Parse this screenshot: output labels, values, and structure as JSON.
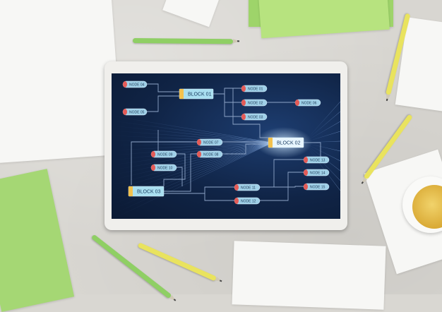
{
  "diagram": {
    "blocks": [
      {
        "id": "b1",
        "label": "BLOCK 01"
      },
      {
        "id": "b2",
        "label": "BLOCK 02"
      },
      {
        "id": "b3",
        "label": "BLOCK 03"
      }
    ],
    "nodes": [
      {
        "id": "n4",
        "label": "NODE 04"
      },
      {
        "id": "n5",
        "label": "NODE 05"
      },
      {
        "id": "n1",
        "label": "NODE 01"
      },
      {
        "id": "n2",
        "label": "NODE 02"
      },
      {
        "id": "n3",
        "label": "NODE 03"
      },
      {
        "id": "n6",
        "label": "NODE 06"
      },
      {
        "id": "n7",
        "label": "NODE 07"
      },
      {
        "id": "n8",
        "label": "NODE 08"
      },
      {
        "id": "n9",
        "label": "NODE 09"
      },
      {
        "id": "n10",
        "label": "NODE 10"
      },
      {
        "id": "n13",
        "label": "NODE 13"
      },
      {
        "id": "n14",
        "label": "NODE 14"
      },
      {
        "id": "n15",
        "label": "NODE 15"
      },
      {
        "id": "n11",
        "label": "NODE 11"
      },
      {
        "id": "n12",
        "label": "NODE 12"
      }
    ]
  },
  "colors": {
    "line": "#8fa6c8",
    "node_fill": "#9fd0e8",
    "node_cap": "#e45b57",
    "block_fill": "#a9dff0",
    "block_cap": "#f2c14e",
    "block2_glow": "#e8f6ff"
  }
}
